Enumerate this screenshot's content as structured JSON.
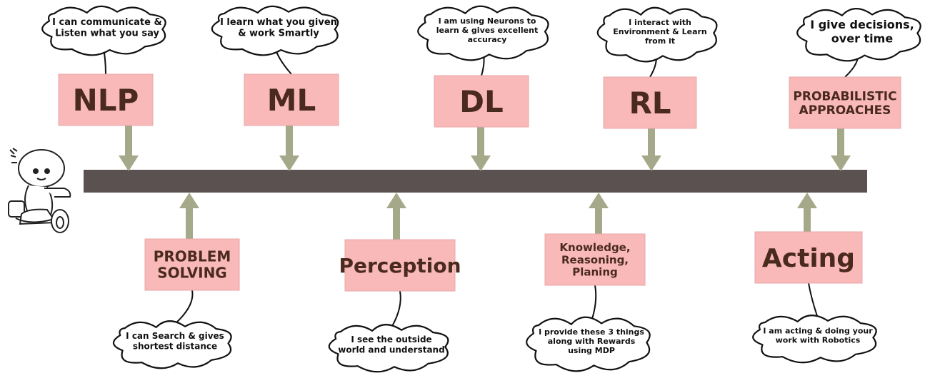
{
  "top_items": [
    {
      "box": [
        "NLP"
      ],
      "cloud": [
        "I can communicate &",
        "Listen what you say"
      ]
    },
    {
      "box": [
        "ML"
      ],
      "cloud": [
        "I learn what you given",
        "& work Smartly"
      ]
    },
    {
      "box": [
        "DL"
      ],
      "cloud": [
        "I am using Neurons to",
        "learn  & gives excellent",
        "accuracy"
      ]
    },
    {
      "box": [
        "RL"
      ],
      "cloud": [
        "I interact with",
        "Environment & Learn",
        "from it"
      ]
    },
    {
      "box": [
        "PROBABILISTIC",
        "APPROACHES"
      ],
      "cloud": [
        "I give decisions,",
        "over time"
      ]
    }
  ],
  "bottom_items": [
    {
      "box": [
        "PROBLEM",
        "SOLVING"
      ],
      "cloud": [
        "I can Search & gives",
        "shortest distance"
      ]
    },
    {
      "box": [
        "Perception"
      ],
      "cloud": [
        "I see the outside",
        "world and understand"
      ]
    },
    {
      "box": [
        "Knowledge,",
        "Reasoning,",
        "Planing"
      ],
      "cloud": [
        "I provide these 3 things",
        "along with  Rewards",
        "using MDP"
      ]
    },
    {
      "box": [
        "Acting"
      ],
      "cloud": [
        "I am acting & doing your",
        "work with Robotics"
      ]
    }
  ],
  "colors": {
    "box_fill": "#f9b9b9",
    "box_text": "#4a2a1c",
    "timeline": "#5b5150",
    "arrow": "#a6a88a",
    "cloud_stroke": "#111111"
  },
  "mascot_icon": "cartoon-character-on-scooter-icon"
}
